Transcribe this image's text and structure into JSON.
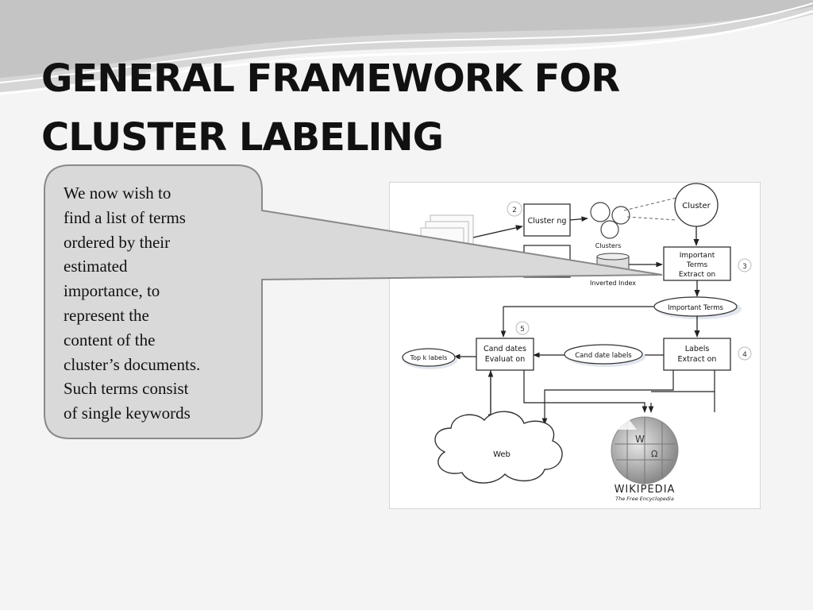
{
  "slide": {
    "title_lines": [
      "GENERAL FRAMEWORK FOR",
      "CLUSTER LABELING"
    ],
    "callout_lines": [
      "We now wish to",
      "find a list of terms",
      "ordered by their",
      "estimated",
      "importance, to",
      "represent the",
      "content of the",
      "cluster’s documents.",
      "Such terms consist",
      "of single keywords"
    ]
  },
  "diagram": {
    "step_numbers": {
      "clustering": "2",
      "extraction": "3",
      "labels": "4",
      "evaluation": "5"
    },
    "clustering_box": {
      "line1": "Cluster ng"
    },
    "clusters_label": "Clusters",
    "cluster_node": "Cluster",
    "inverted_index_label": "Inverted Index",
    "important_terms_box": {
      "line1": "Important",
      "line2": "Terms",
      "line3": "Extract on"
    },
    "important_terms_ellipse": "Important Terms",
    "labels_box": {
      "line1": "Labels",
      "line2": "Extract on"
    },
    "candidate_labels_ellipse": "Cand date labels",
    "candidates_box": {
      "line1": "Cand dates",
      "line2": "Evaluat on"
    },
    "topk_ellipse": "Top k labels",
    "web_cloud": "Web",
    "wikipedia": {
      "wordmark": "WIKIPEDIA",
      "tagline": "The Free Encyclopedia"
    }
  }
}
